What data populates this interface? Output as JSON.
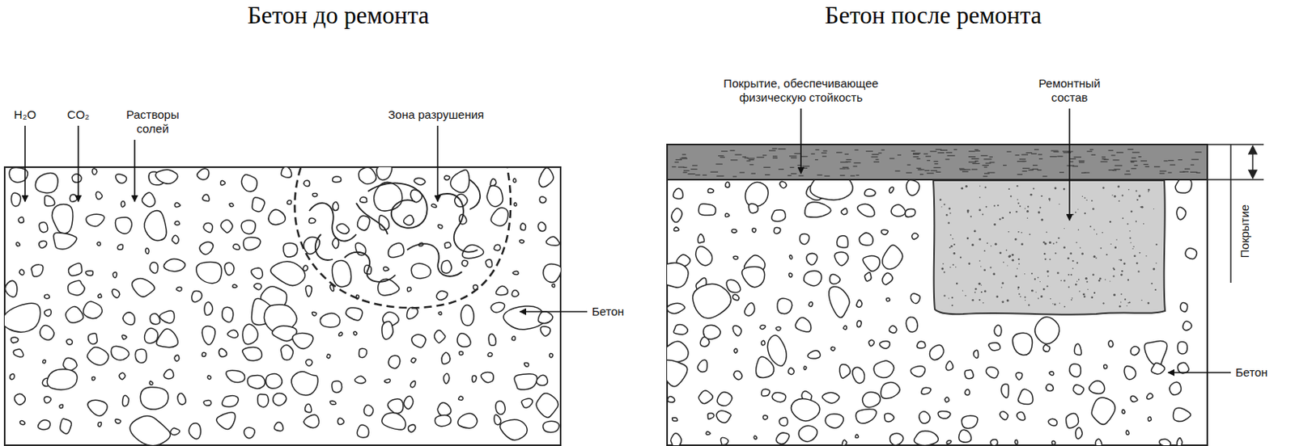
{
  "diagram": {
    "labels": [
      "Бетон до ремонта",
      "Бетон после ремонта",
      "H₂O",
      "CO₂",
      "Растворы солей",
      "Зона разрушения",
      "Бетон",
      "Покрытие, обеспечивающее физическую стойкость",
      "Ремонтный состав",
      "Бетон",
      "Покрытие"
    ]
  }
}
